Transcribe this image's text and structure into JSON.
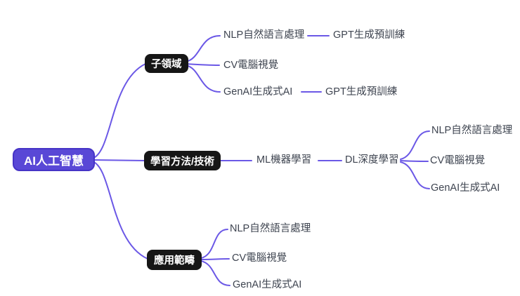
{
  "colors": {
    "background": "#ffffff",
    "connector": "#6b58e6",
    "root_fill": "#5948d6",
    "root_border": "#4634c6",
    "branch_fill": "#161616",
    "node_text": "#ffffff",
    "leaf_text": "#3e4450"
  },
  "mindmap": {
    "root": {
      "label": "AI人工智慧"
    },
    "branches": [
      {
        "label": "子領域",
        "children": [
          {
            "label": "NLP自然語言處理",
            "children": [
              {
                "label": "GPT生成預訓練"
              }
            ]
          },
          {
            "label": "CV電腦視覺"
          },
          {
            "label": "GenAI生成式AI",
            "children": [
              {
                "label": "GPT生成預訓練"
              }
            ]
          }
        ]
      },
      {
        "label": "學習方法/技術",
        "children": [
          {
            "label": "ML機器學習",
            "children": [
              {
                "label": "DL深度學習",
                "children": [
                  {
                    "label": "NLP自然語言處理"
                  },
                  {
                    "label": "CV電腦視覺"
                  },
                  {
                    "label": "GenAI生成式AI"
                  }
                ]
              }
            ]
          }
        ]
      },
      {
        "label": "應用範疇",
        "children": [
          {
            "label": "NLP自然語言處理"
          },
          {
            "label": "CV電腦視覺"
          },
          {
            "label": "GenAI生成式AI"
          }
        ]
      }
    ]
  }
}
